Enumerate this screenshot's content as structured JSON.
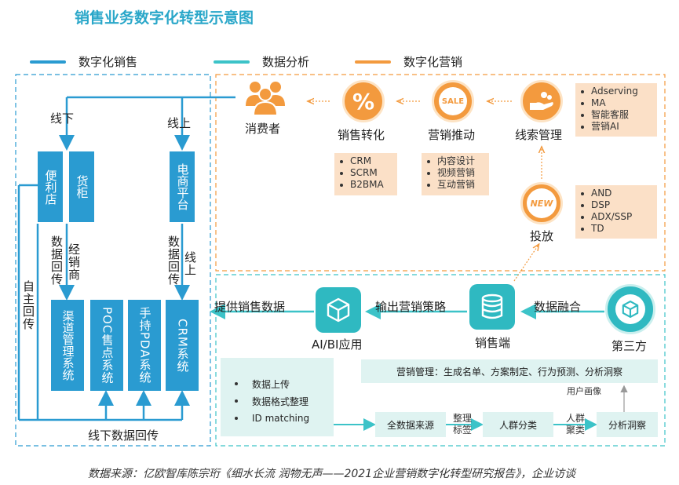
{
  "title": "销售业务数字化转型示意图",
  "legend": [
    {
      "label": "数字化销售",
      "color": "#2a9bd1"
    },
    {
      "label": "数据分析",
      "color": "#3cc3c8"
    },
    {
      "label": "数字化营销",
      "color": "#f39a3e"
    }
  ],
  "left": {
    "offline_label": "线下",
    "online_label": "线上",
    "boxes_top": [
      "便利店",
      "货柜",
      "电商平台"
    ],
    "side_labels": {
      "self_return": "自主回传",
      "data_return_1": "数据回传",
      "distributor": "经销商",
      "data_return_2": "数据回传",
      "online": "线上"
    },
    "systems": [
      "渠道管理系统",
      "POC售点系统",
      "手持PDA系统",
      "CRM系统"
    ],
    "bottom_label": "线下数据回传"
  },
  "marketing": {
    "consumer": "消费者",
    "conversion": "销售转化",
    "promotion": "营销推动",
    "leads": "线索管理",
    "delivery": "投放",
    "sale_badge": "SALE",
    "new_badge": "NEW",
    "percent": "%",
    "conversion_items": [
      "CRM",
      "SCRM",
      "B2BMA"
    ],
    "promotion_items": [
      "内容设计",
      "视频营销",
      "互动营销"
    ],
    "leads_items": [
      "Adserving",
      "MA",
      "智能客服",
      "营销AI"
    ],
    "delivery_items": [
      "AND",
      "DSP",
      "ADX/SSP",
      "TD"
    ]
  },
  "analysis": {
    "provide_data": "提供销售数据",
    "ai_bi": "AI/BI应用",
    "output_strategy": "输出营销策略",
    "sales_end": "销售端",
    "data_fusion": "数据融合",
    "third_party": "第三方",
    "upload_items": [
      "数据上传",
      "数据格式整理",
      "ID matching"
    ],
    "mgmt": "营销管理：生成名单、方案制定、行为预测、分析洞察",
    "user_profile": "用户画像",
    "flow": [
      "全数据来源",
      "人群分类",
      "分析洞察"
    ],
    "flow_labels": [
      "整理标签",
      "人群聚类"
    ]
  },
  "source": "数据来源：亿欧智库陈宗珩《细水长流 润物无声——2021企业营销数字化转型研究报告》，企业访谈"
}
